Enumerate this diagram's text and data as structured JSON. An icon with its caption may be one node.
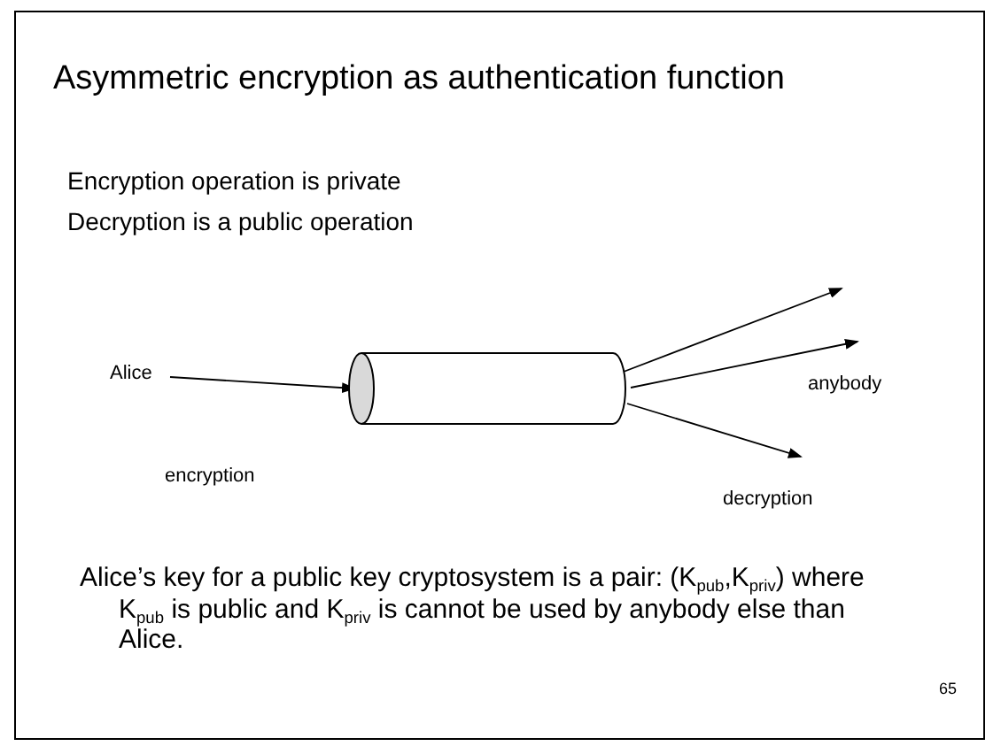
{
  "diagram": {
    "title": "Asymmetric encryption as authentication function",
    "nodes": [
      {
        "text": [
          "Alice"
        ]
      },
      {
        "text": [],
        "shape": "cylinder"
      }
    ],
    "edges": [
      {
        "from": 0,
        "to": 1,
        "arrow": "to"
      },
      {
        "from": 1,
        "to": null,
        "arrow": "to"
      },
      {
        "from": 1,
        "to": null,
        "arrow": "to"
      },
      {
        "from": 1,
        "to": null,
        "arrow": "to"
      }
    ],
    "labels": [
      "Encryption operation is private",
      "Decryption is a public operation",
      "anybody",
      "encryption",
      "decryption",
      "Alice’s key for a public key cryptosystem is a pair: (K$_{pub}$,K$_{priv}$) where K$_{pub}$ is public and K$_{priv}$ is cannot be used by anybody else than Alice.",
      "65"
    ]
  }
}
